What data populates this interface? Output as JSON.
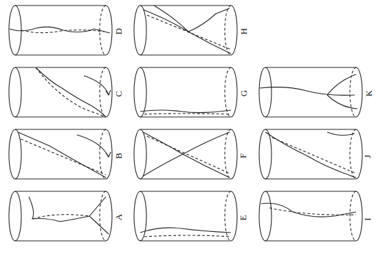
{
  "diagram": {
    "labels": [
      "D",
      "C",
      "B",
      "A",
      "H",
      "G",
      "F",
      "E",
      "K",
      "J",
      "I"
    ]
  }
}
